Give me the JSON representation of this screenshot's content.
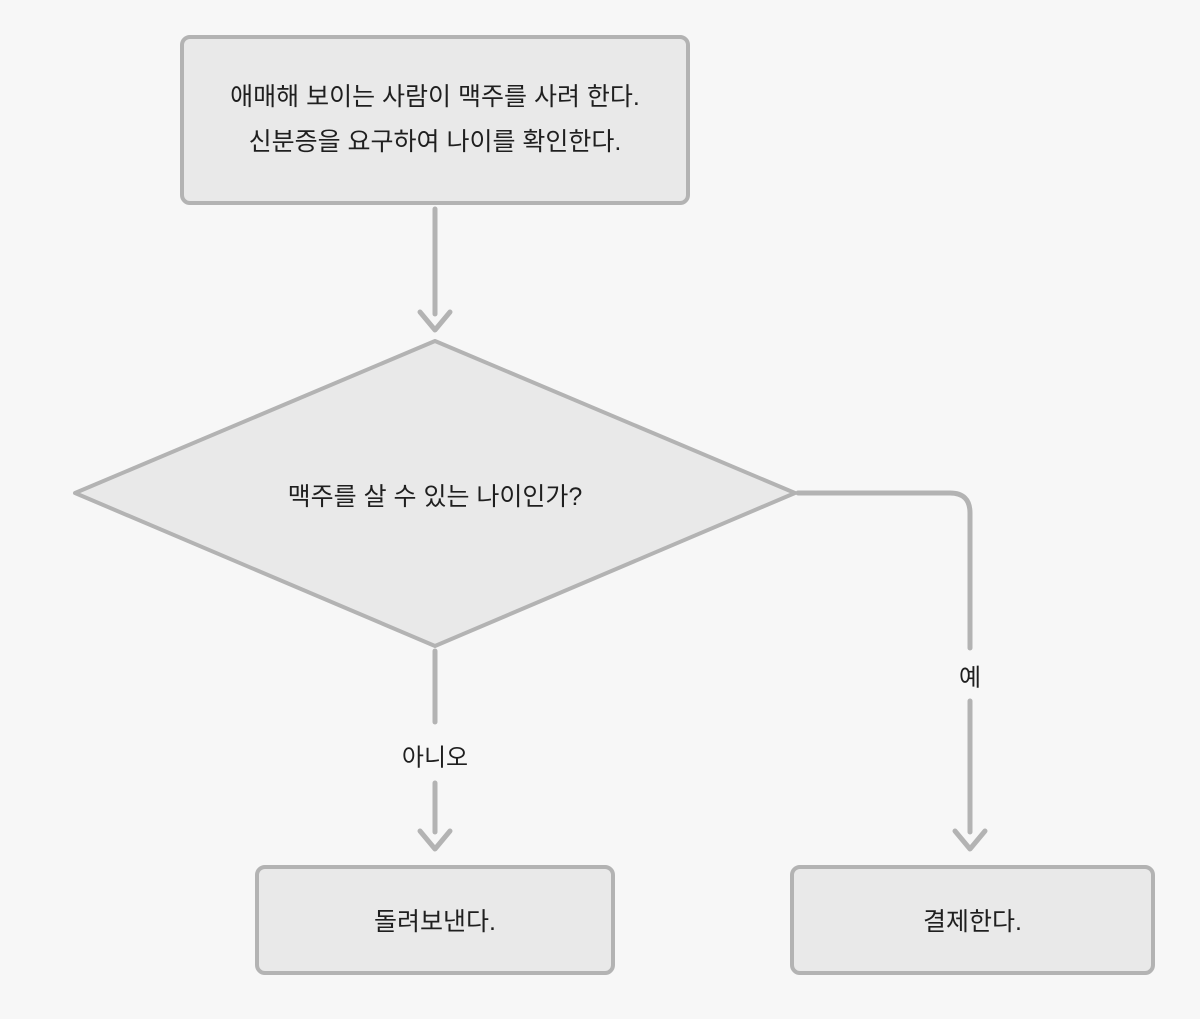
{
  "flowchart": {
    "start": {
      "line1": "애매해 보이는 사람이 맥주를 사려 한다.",
      "line2": "신분증을 요구하여 나이를 확인한다."
    },
    "decision": {
      "label": "맥주를 살 수 있는 나이인가?"
    },
    "branches": {
      "no": {
        "label": "아니오",
        "target": "돌려보낸다."
      },
      "yes": {
        "label": "예",
        "target": "결제한다."
      }
    },
    "colors": {
      "background": "#f7f7f7",
      "shape_fill": "#e9e9e9",
      "stroke": "#b3b3b3",
      "text": "#1f1f1f"
    }
  }
}
